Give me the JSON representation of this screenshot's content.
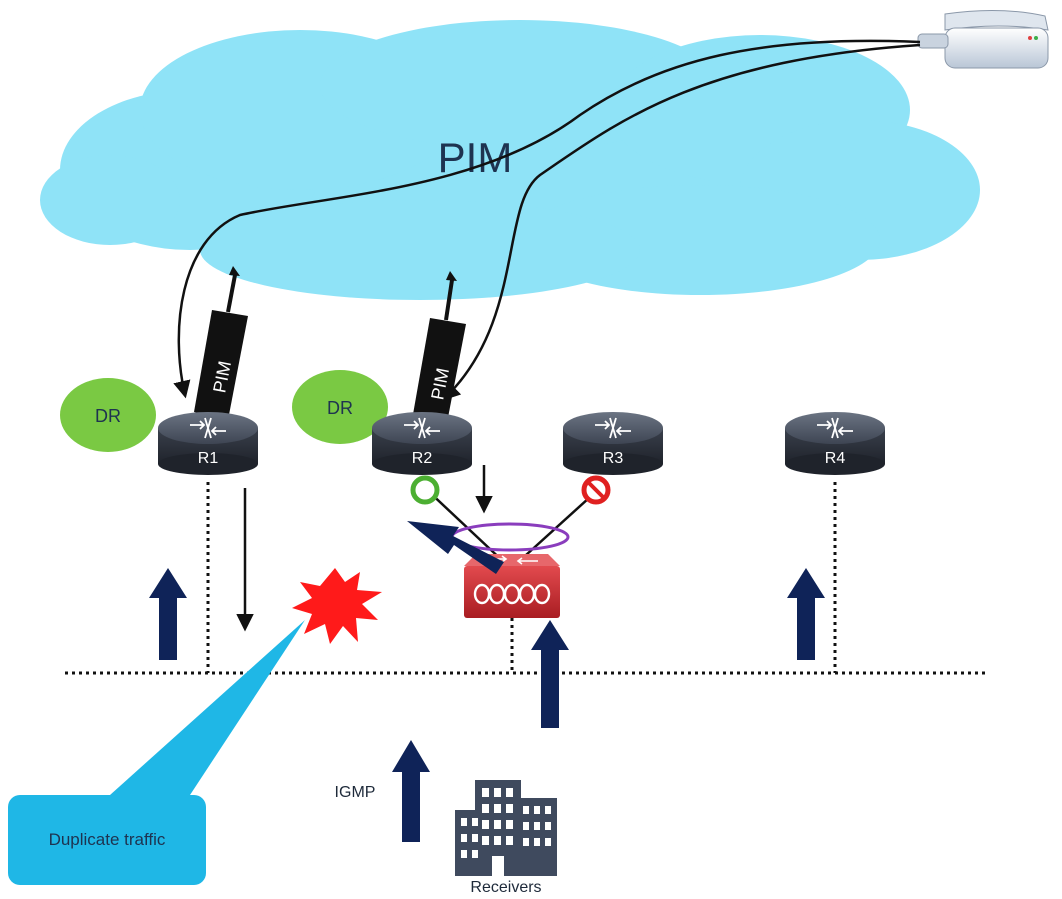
{
  "cloud": {
    "label": "PIM",
    "color": "#8fe3f7"
  },
  "pim_tunnels": [
    {
      "label": "PIM"
    },
    {
      "label": "PIM"
    }
  ],
  "dr_badges": [
    {
      "label": "DR",
      "router": "R1"
    },
    {
      "label": "DR",
      "router": "R2"
    }
  ],
  "routers": [
    {
      "label": "R1"
    },
    {
      "label": "R2",
      "status": "forwarding",
      "status_color": "#4caf32"
    },
    {
      "label": "R3",
      "status": "blocked",
      "status_color": "#e02020"
    },
    {
      "label": "R4"
    }
  ],
  "switch": {
    "icon": "multilayer-switch-icon",
    "color": "#c0262a"
  },
  "collision": {
    "icon": "starburst-icon",
    "color": "#ff1a1a"
  },
  "callout": {
    "text": "Duplicate traffic",
    "color": "#1fb7e6"
  },
  "igmp": {
    "label": "IGMP"
  },
  "receivers": {
    "label": "Receivers",
    "icon": "building-icon"
  },
  "source": {
    "icon": "server-icon"
  },
  "colors": {
    "arrow_navy": "#0f2358",
    "dr_green": "#7ac943",
    "bundle_purple": "#8a3dbd"
  }
}
